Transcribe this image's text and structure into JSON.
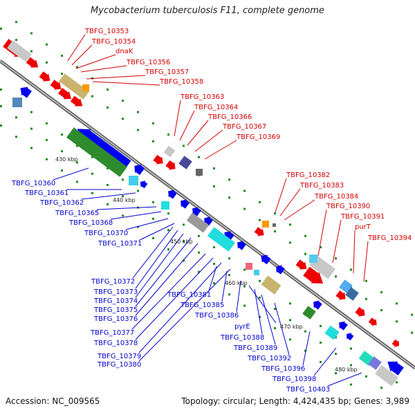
{
  "title": "Mycobacterium tuberculosis F11, complete genome",
  "footer": {
    "accession": "Accession: NC_009565",
    "summary": "Topology: circular; Length: 4,424,435 bp; Genes: 3,989"
  },
  "colors": {
    "forward_label": "#d40000",
    "reverse_label": "#0000cc",
    "backbone": "#8c8c8c",
    "ticks": "#1a8a1a"
  },
  "scale_labels": [
    "430 kbp",
    "440 kbp",
    "450 kbp",
    "460 kbp",
    "470 kbp",
    "480 kbp"
  ],
  "forward_genes": [
    "TBFG_10353",
    "TBFG_10354",
    "dnaK",
    "TBFG_10356",
    "TBFG_10357",
    "TBFG_10358",
    "TBFG_10363",
    "TBFG_10364",
    "TBFG_10366",
    "TBFG_10367",
    "TBFG_10369",
    "TBFG_10382",
    "TBFG_10383",
    "TBFG_10384",
    "TBFG_10390",
    "TBFG_10391",
    "purT",
    "TBFG_10394"
  ],
  "reverse_genes": [
    "TBFG_10360",
    "TBFG_10361",
    "TBFG_10362",
    "TBFG_10365",
    "TBFG_10368",
    "TBFG_10370",
    "TBFG_10371",
    "TBFG_10372",
    "TBFG_10373",
    "TBFG_10374",
    "TBFG_10375",
    "TBFG_10376",
    "TBFG_10377",
    "TBFG_10378",
    "TBFG_10379",
    "TBFG_10380",
    "TBFG_10381",
    "TBFG_10385",
    "TBFG_10386",
    "pyrE",
    "TBFG_10388",
    "TBFG_10389",
    "TBFG_10392",
    "TBFG_10396",
    "TBFG_10398",
    "TBFG_10403"
  ]
}
